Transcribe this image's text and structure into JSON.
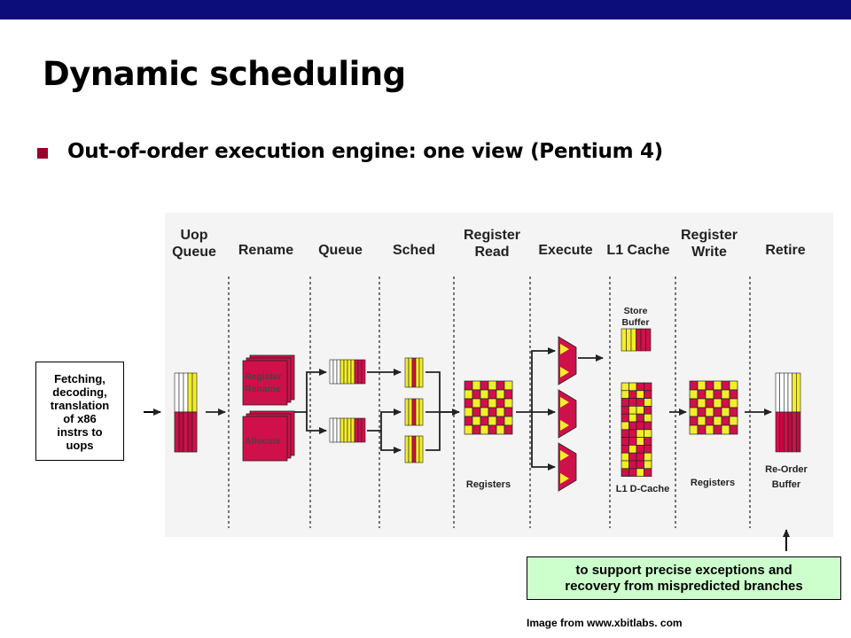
{
  "title": "Dynamic scheduling",
  "subtitle": "Out-of-order execution engine: one view  (Pentium 4)",
  "stages": [
    {
      "id": "uop",
      "lines": [
        "Uop",
        "Queue"
      ]
    },
    {
      "id": "rename",
      "lines": [
        "Rename"
      ]
    },
    {
      "id": "queue",
      "lines": [
        "Queue"
      ]
    },
    {
      "id": "sched",
      "lines": [
        "Sched"
      ]
    },
    {
      "id": "regread",
      "lines": [
        "Register",
        "Read"
      ]
    },
    {
      "id": "execute",
      "lines": [
        "Execute"
      ]
    },
    {
      "id": "l1cache",
      "lines": [
        "L1 Cache"
      ]
    },
    {
      "id": "regwrite",
      "lines": [
        "Register",
        "Write"
      ]
    },
    {
      "id": "retire",
      "lines": [
        "Retire"
      ]
    }
  ],
  "block_labels": {
    "register_rename": [
      "Register",
      "Rename"
    ],
    "allocate": "Allocate",
    "store_buffer": [
      "Store",
      "Buffer"
    ],
    "registers_read": "Registers",
    "l1_dcache": "L1 D-Cache",
    "registers_write": "Registers",
    "reorder_buffer": [
      "Re-Order",
      "Buffer"
    ]
  },
  "fetch_box": "Fetching,\ndecoding,\ntranslation\nof x86\ninstrs to\nuops",
  "note": {
    "line1": "to support precise exceptions and",
    "line2": "recovery from mispredicted branches"
  },
  "credit": "Image from www.xbitlabs. com",
  "colors": {
    "topbar": "#0c0c7a",
    "bullet": "#99002a",
    "red": "#d0104a",
    "yellow": "#f2ee2a",
    "note_bg": "#ccffcc"
  }
}
